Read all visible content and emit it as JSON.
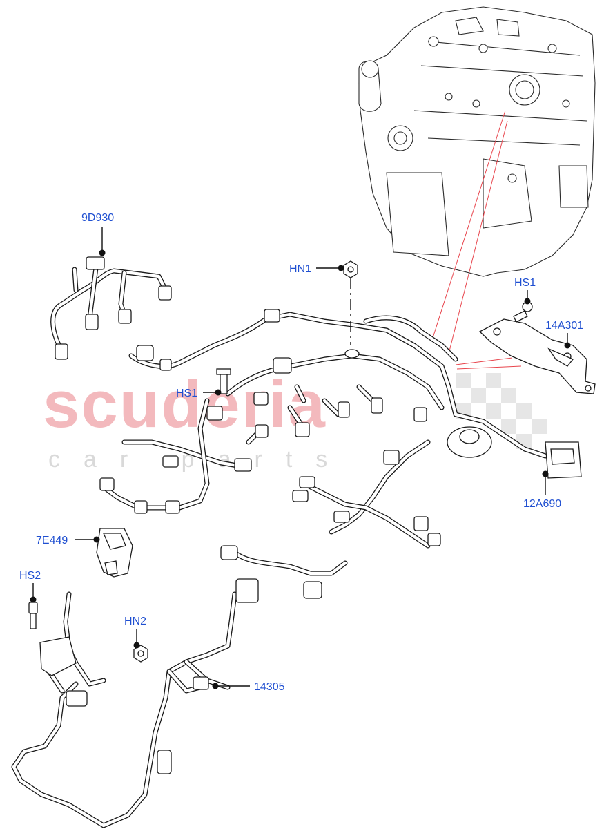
{
  "watermark": {
    "brand": "scuderia",
    "tagline": "car parts"
  },
  "callouts": [
    {
      "id": "9D930",
      "label": "9D930"
    },
    {
      "id": "HN1",
      "label": "HN1"
    },
    {
      "id": "HS1-top",
      "label": "HS1"
    },
    {
      "id": "14A301",
      "label": "14A301"
    },
    {
      "id": "HS1-mid",
      "label": "HS1"
    },
    {
      "id": "12A690",
      "label": "12A690"
    },
    {
      "id": "7E449",
      "label": "7E449"
    },
    {
      "id": "HS2",
      "label": "HS2"
    },
    {
      "id": "HN2",
      "label": "HN2"
    },
    {
      "id": "14305",
      "label": "14305"
    }
  ],
  "colors": {
    "label": "#1f4fd1",
    "leader_red": "#e8454d",
    "watermark_red": "#f3b9bd",
    "watermark_grey": "#d9d9d9"
  }
}
